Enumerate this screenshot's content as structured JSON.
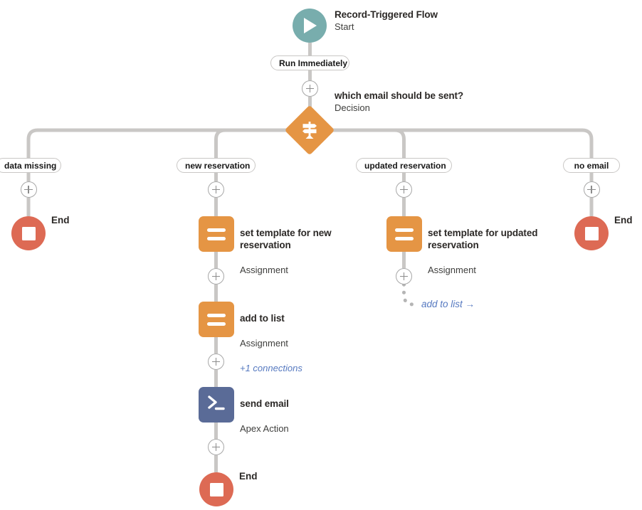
{
  "flow": {
    "start": {
      "icon": "play-icon",
      "title": "Record-Triggered Flow",
      "subtitle": "Start",
      "path_label": "Run Immediately"
    },
    "decision": {
      "icon": "signpost-icon",
      "title": "which email should be sent?",
      "subtitle": "Decision",
      "branches": [
        {
          "label": "data missing"
        },
        {
          "label": "new reservation"
        },
        {
          "label": "updated reservation"
        },
        {
          "label": "no email"
        }
      ]
    },
    "nodes": [
      {
        "id": "end-data-missing",
        "icon": "stop-icon",
        "type": "End",
        "label": "End"
      },
      {
        "id": "set-template-new",
        "icon": "assignment-icon",
        "title": "set template for new reservation",
        "subtitle": "Assignment"
      },
      {
        "id": "add-to-list",
        "icon": "assignment-icon",
        "title": "add to list",
        "subtitle": "Assignment",
        "connections": "+1 connections"
      },
      {
        "id": "send-email",
        "icon": "apex-terminal-icon",
        "title": "send email",
        "subtitle": "Apex Action"
      },
      {
        "id": "end-new-reservation",
        "icon": "stop-icon",
        "type": "End",
        "label": "End"
      },
      {
        "id": "set-template-updated",
        "icon": "assignment-icon",
        "title": "set template for updated reservation",
        "subtitle": "Assignment"
      },
      {
        "id": "end-no-email",
        "icon": "stop-icon",
        "type": "End",
        "label": "End"
      }
    ],
    "goto_connector": {
      "label": "add to list →"
    },
    "add_buttons": [
      {
        "id": "add-after-start"
      },
      {
        "id": "add-branch-data-missing"
      },
      {
        "id": "add-branch-new-reservation"
      },
      {
        "id": "add-branch-updated-reservation"
      },
      {
        "id": "add-branch-no-email"
      },
      {
        "id": "add-after-set-template-new"
      },
      {
        "id": "add-after-add-to-list"
      },
      {
        "id": "add-after-send-email"
      },
      {
        "id": "add-after-set-template-updated"
      }
    ],
    "colors": {
      "start": "#78adad",
      "decision": "#e59544",
      "assignment": "#e59544",
      "apex": "#5a6b97",
      "end": "#dd6a54",
      "connector": "#c9c7c5",
      "link": "#5679c0"
    }
  }
}
